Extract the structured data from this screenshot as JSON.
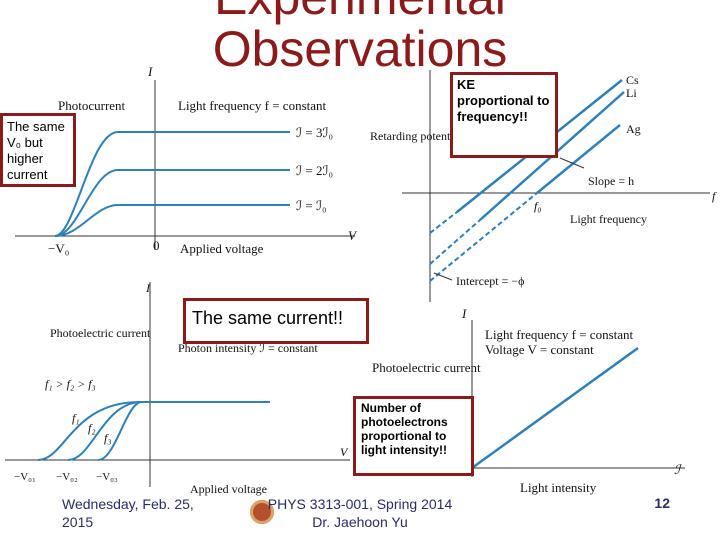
{
  "slide": {
    "title_line1": "Experimental",
    "title_line2": "Observations",
    "callouts": {
      "ke": "KE proportional to frequency!!",
      "same_v0": "The same V₀ but higher current",
      "same_current": "The same current!!",
      "number": "Number of photoelectrons proportional to light intensity!!"
    },
    "footer": {
      "date": "Wednesday, Feb. 25, 2015",
      "course": "PHYS 3313-001, Spring 2014",
      "instructor": "Dr. Jaehoon Yu",
      "page": "12"
    }
  },
  "fig_a": {
    "y_axis": "I",
    "ylabel": "Photocurrent",
    "condition": "Light frequency f = constant",
    "curves": [
      "ℐ = 3ℐ₀",
      "ℐ = 2ℐ₀",
      "ℐ = ℐ₀"
    ],
    "xlabel": "Applied voltage",
    "v_axis": "V",
    "neg_v0": "−V₀",
    "zero": "0"
  },
  "fig_b": {
    "ylabel": "Retarding potential",
    "metals": [
      "Cs",
      "Li",
      "Ag"
    ],
    "slope": "Slope = h",
    "f0": "f₀",
    "f_axis": "f",
    "xlabel": "Light frequency",
    "intercept": "Intercept = −ϕ"
  },
  "fig_c": {
    "y_axis": "I",
    "ylabel": "Photoelectric current",
    "condition": "Photon intensity ℐ = constant",
    "order": "f₁ > f₂ > f₃",
    "curves": [
      "f₁",
      "f₂",
      "f₃"
    ],
    "ticks": [
      "−V₀₁",
      "−V₀₂",
      "−V₀₃"
    ],
    "v_axis": "V",
    "xlabel": "Applied voltage"
  },
  "fig_d": {
    "y_axis": "I",
    "condition1": "Light frequency f = constant",
    "condition2": "Voltage V = constant",
    "ylabel": "Photoelectric current",
    "xlabel": "Light intensity",
    "x_axis": "ℐ"
  }
}
